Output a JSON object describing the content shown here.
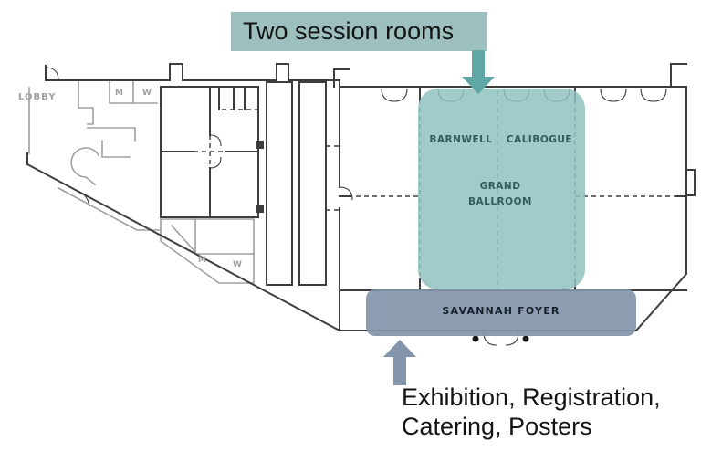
{
  "plan": {
    "lobby_label": "LOBBY",
    "restrooms_upper": {
      "m": "M",
      "w": "W"
    },
    "restrooms_lower": {
      "m": "M",
      "w": "W"
    },
    "barnwell": "BARNWELL",
    "calibogue": "CALIBOGUE",
    "grand_ballroom": {
      "line1": "GRAND",
      "line2": "BALLROOM"
    },
    "savannah_foyer": "SAVANNAH FOYER"
  },
  "callouts": {
    "sessions": {
      "label": "Two session rooms"
    },
    "foyer": {
      "line1": "Exhibition, Registration,",
      "line2": "Catering, Posters"
    }
  },
  "colors": {
    "session_highlight": "#8fc2bf",
    "callout_background": "#9dbfbe",
    "arrow_teal": "#5fa7a4",
    "foyer_highlight": "#8295ab",
    "arrow_slate": "#8295ab",
    "room_label_text": "#2f5d60",
    "plan_black": "#3d3d3d",
    "plan_gray": "#a0a0a0"
  }
}
